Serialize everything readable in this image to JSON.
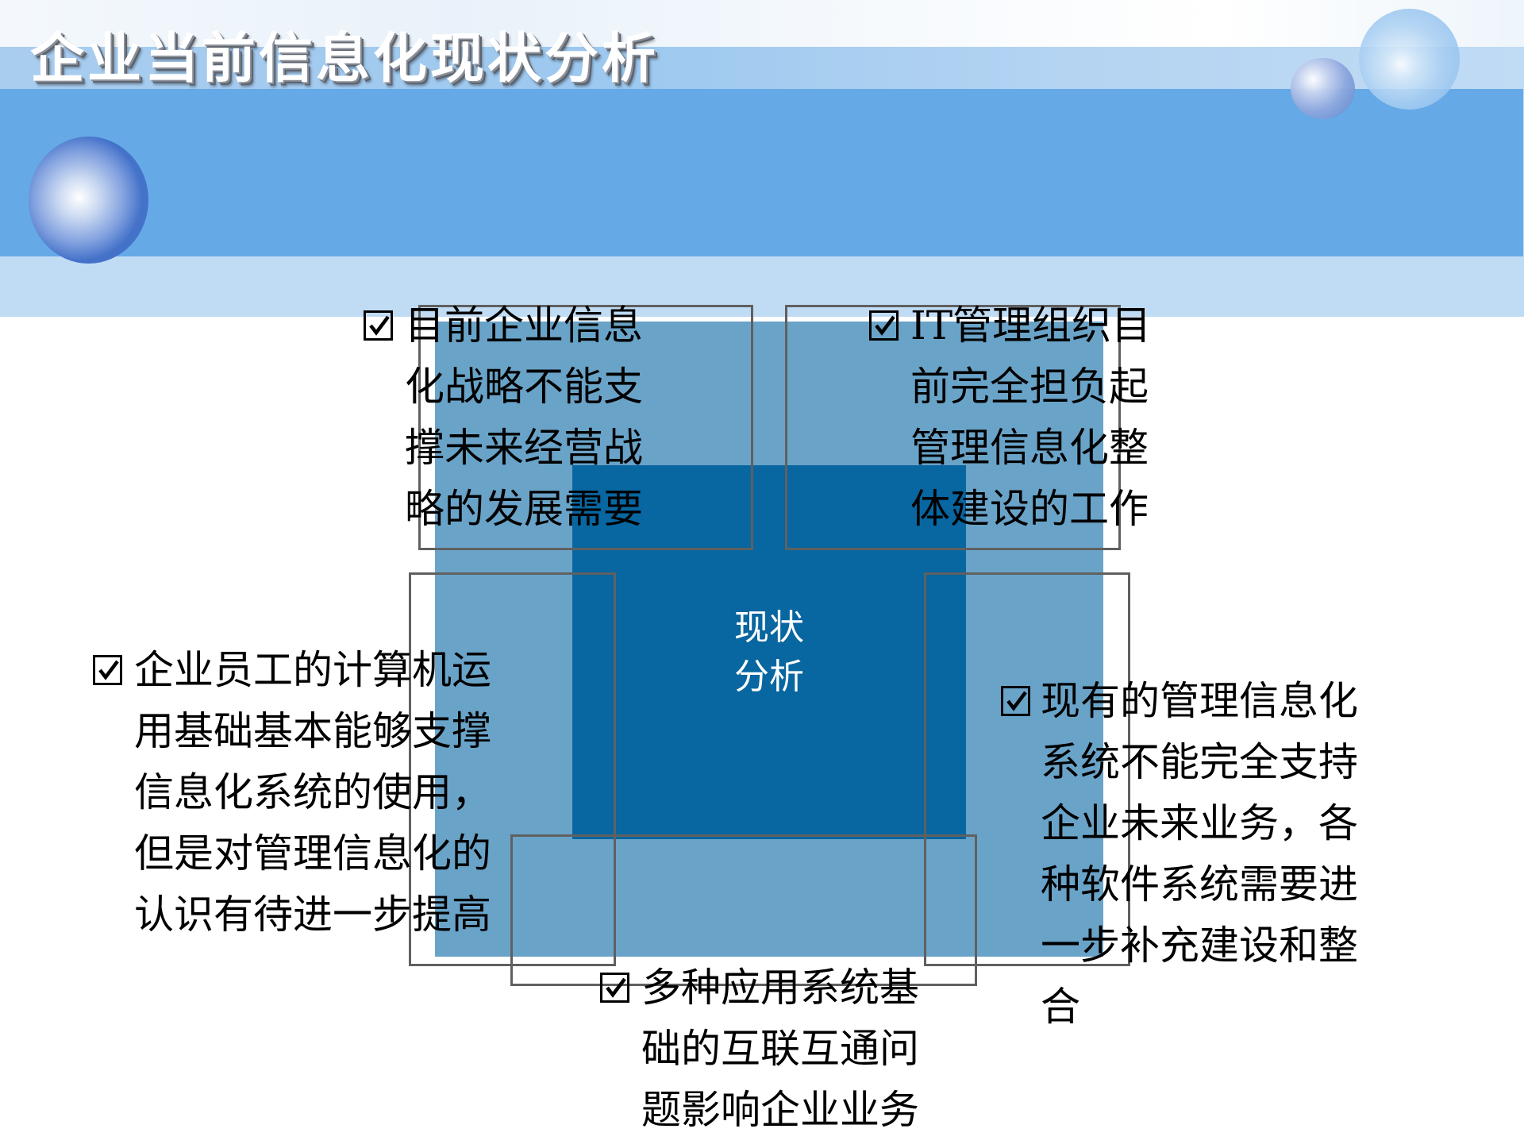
{
  "slide": {
    "title": "企业当前信息化现状分析",
    "colors": {
      "band_light": "#c0dbf4",
      "band_mid": "#65a9e6",
      "steel_square": "#6aa3c8",
      "core_square": "#0866a0",
      "outline": "#606060",
      "text": "#000000",
      "title_text": "#ffffff"
    }
  },
  "diagram": {
    "center_label": [
      "现状",
      "分析"
    ],
    "checkbox_icon": "checked-box-icon",
    "items": [
      {
        "position": "top-left",
        "lines": [
          "目前企业信息",
          "化战略不能支",
          "撑未来经营战",
          "略的发展需要"
        ]
      },
      {
        "position": "top-right",
        "lines": [
          "IT管理组织目",
          "前完全担负起",
          "管理信息化整",
          "体建设的工作"
        ]
      },
      {
        "position": "left",
        "lines": [
          "企业员工的计算机运",
          "用基础基本能够支撑",
          "信息化系统的使用，",
          "但是对管理信息化的",
          "认识有待进一步提高"
        ]
      },
      {
        "position": "right",
        "lines": [
          "现有的管理信息化",
          "系统不能完全支持",
          "企业未来业务，各",
          "种软件系统需要进",
          "一步补充建设和整",
          "合"
        ]
      },
      {
        "position": "bottom",
        "lines": [
          "多种应用系统基",
          "础的互联互通问",
          "题影响企业业务"
        ]
      }
    ]
  }
}
